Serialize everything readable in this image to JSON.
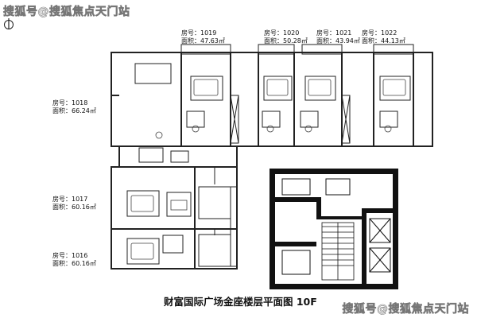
{
  "watermark_top": "搜狐号@搜狐焦点天门站",
  "watermark_bottom": "搜狐号@搜狐焦点天门站",
  "caption": "财富国际广场金座楼层平面图 10F",
  "units": [
    {
      "id": "1019",
      "room": "房号：1019",
      "area": "面积：47.63㎡"
    },
    {
      "id": "1020",
      "room": "房号：1020",
      "area": "面积：50.28㎡"
    },
    {
      "id": "1021",
      "room": "房号：1021",
      "area": "面积：43.94㎡"
    },
    {
      "id": "1022",
      "room": "房号：1022",
      "area": "面积：44.13㎡"
    },
    {
      "id": "1018",
      "room": "房号：1018",
      "area": "面积：66.24㎡"
    },
    {
      "id": "1017",
      "room": "房号：1017",
      "area": "面积：60.16㎡"
    },
    {
      "id": "1016",
      "room": "房号：1016",
      "area": "面积：60.16㎡"
    }
  ]
}
